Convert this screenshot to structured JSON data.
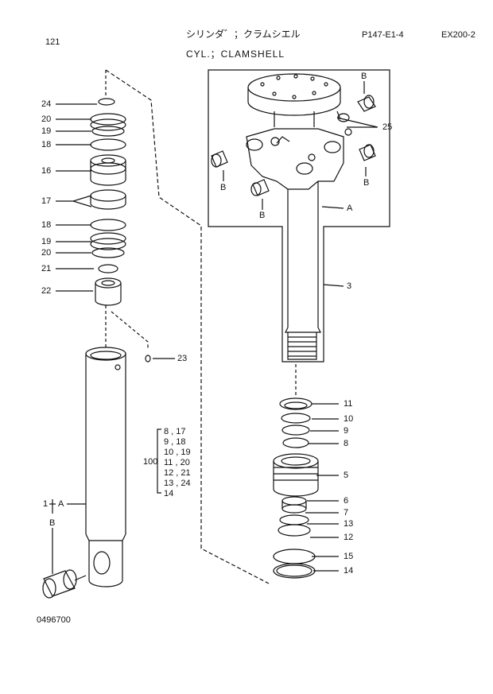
{
  "header": {
    "page_number": "121",
    "title_jp": "シリンダ゛；クラムシエル",
    "title_en": "CYL.；CLAMSHELL",
    "page_ref": "P147-E1-4",
    "model": "EX200-2"
  },
  "footer": {
    "drawing_number": "0496700"
  },
  "callouts_left": [
    "24",
    "20",
    "19",
    "18",
    "16",
    "17",
    "18",
    "19",
    "20",
    "21",
    "22",
    "23"
  ],
  "callouts_right": [
    "B",
    "25",
    "B",
    "B",
    "B",
    "A",
    "3",
    "11",
    "10",
    "9",
    "8",
    "5",
    "6",
    "7",
    "13",
    "12",
    "15",
    "14"
  ],
  "kit": {
    "quantity": "100",
    "items": [
      "8 , 17",
      "9 , 18",
      "10 , 19",
      "11 , 20",
      "12 , 21",
      "13 , 24",
      "14"
    ]
  },
  "assembly_labels": {
    "item": "1",
    "ref_a": "A",
    "ref_b": "B"
  }
}
